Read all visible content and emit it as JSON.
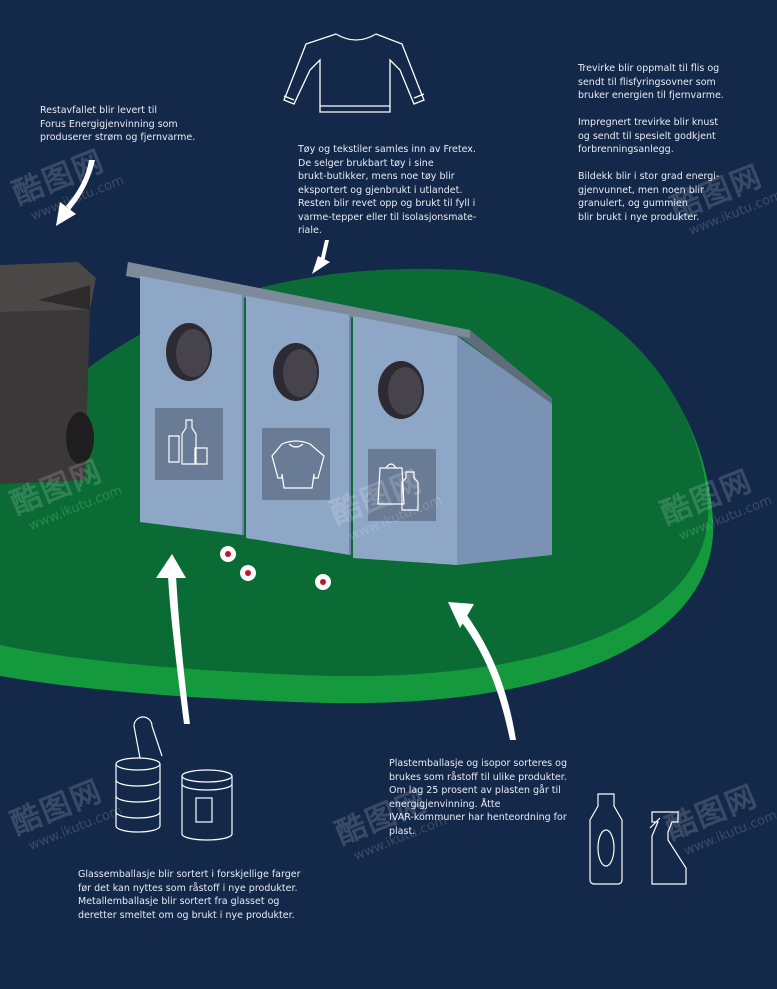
{
  "captions": {
    "restavfall": "Restavfallet blir levert til\nForus Energigjenvinning som\nproduserer strøm og fjernvarme.",
    "tekstil": "Tøy og tekstiler samles inn av Fretex.\nDe selger brukbart tøy i sine\nbrukt-butikker, mens noe tøy blir\neksportert og gjenbrukt i utlandet.\nResten blir revet opp og brukt til fyll i\nvarme-tepper eller til isolasjonsmate-\nriale.",
    "trevirke": "Trevirke blir oppmalt til flis og\nsendt til flisfyringsovner som\nbruker energien til fjernvarme.\n\nImpregnert trevirke blir knust\nog sendt til spesielt godkjent\nforbrenningsanlegg.\n\nBildekk blir i stor grad energi-\ngjenvunnet, men noen blir\ngranulert, og gummien\nblir brukt i nye produkter.",
    "glass": "Glassemballasje blir sortert i forskjellige farger\nfør det kan nyttes som råstoff i nye produkter.\nMetallemballasje blir sortert fra glasset og\nderetter smeltet om og brukt i nye produkter.",
    "plast": "Plastemballasje og isopor sorteres og\nbrukes som råstoff til ulike produkter.\nOm lag 25 prosent av plasten går til\nenergigjenvinning. Åtte\nIVAR-kommuner har henteordning for\nplast."
  },
  "watermark": {
    "brand": "酷图网",
    "url": "www.ikutu.com"
  },
  "colors": {
    "background": "#14284a",
    "grass": "#0a6b35",
    "grass_edge": "#149a3d",
    "container": "#8fa7c6",
    "container_side": "#7a93b4",
    "roof": "#5f6c7c",
    "bin": "#3a3838",
    "icon_line": "#ffffff"
  }
}
